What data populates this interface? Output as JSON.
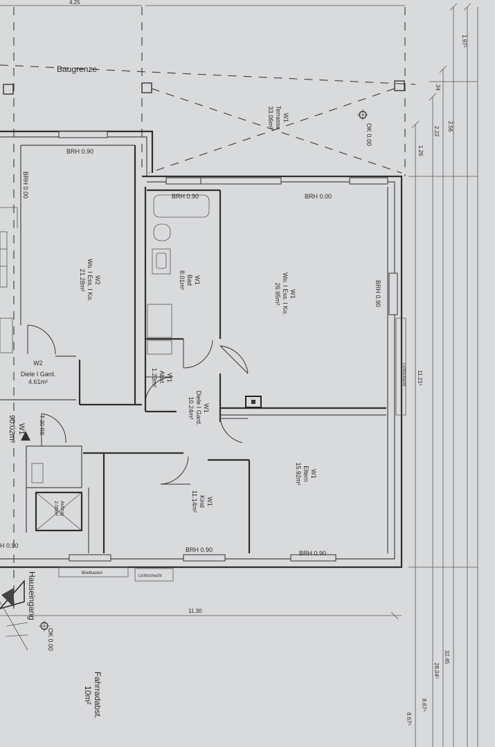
{
  "labels": {
    "baugrenze": "Baugrenze",
    "hauseingang": "Hauseingang",
    "fahrrad_name": "Fahrradabst.",
    "fahrrad_area": "10m²",
    "briefkasten": "Briefkasten",
    "lichtschacht_bottom": "Lichtschacht",
    "lichtschacht_right": "Lichtschacht",
    "ok_top": "OK 0.00",
    "ok_bottom": "OK 0.00",
    "t30": "T-30 RS",
    "unit_w1_name": "W1",
    "unit_w1_area": "90.02m²"
  },
  "rooms": {
    "terrasse": {
      "unit": "W1",
      "name": "Terrasse",
      "area": "33.06m²"
    },
    "wohn_w2": {
      "unit": "W2",
      "name": "Wo. I Ess. I Ko.",
      "area": "21.28m²"
    },
    "diele_w2": {
      "unit": "W2",
      "name": "Diele I Gard.",
      "area": "4.61m²"
    },
    "bad": {
      "unit": "W1",
      "name": "Bad",
      "area": "8.01m²"
    },
    "wohn_w1": {
      "unit": "W1",
      "name": "Wo. I Ess. I Ko.",
      "area": "26.95m²"
    },
    "abst": {
      "unit": "W1",
      "name": "Abst.",
      "area": "1.23m²"
    },
    "diele_w1": {
      "unit": "W1",
      "name": "Diele I Gard.",
      "area": "10.24m²"
    },
    "kind": {
      "unit": "W1",
      "name": "Kind",
      "area": "11.14m²"
    },
    "eltern": {
      "unit": "W1",
      "name": "Eltern",
      "area": "15.92m²"
    },
    "aufzug": {
      "name": "Aufzug",
      "area": "2.06m²"
    }
  },
  "brh": {
    "w2_top": "BRH 0.90",
    "w2_left": "BRH 0.00",
    "bad_top": "BRH 0.90",
    "wohn_top": "BRH 0.00",
    "wohn_right": "BRH 0.90",
    "kind_bottom": "BRH 0.90",
    "eltern_bottom": "BRH 0.90",
    "left_bottom": "H 0.90"
  },
  "dims": {
    "top_left": "4.25",
    "d1": "1.97⁵",
    "d2": ".34",
    "d3": "2.56",
    "d4": "2.22",
    "d5": "1.26",
    "d6": "11.21⁵",
    "d7": "11.30",
    "d8": "32.45",
    "d9": "28.04⁵",
    "d10": "8.67⁵",
    "d11": "8.67⁵"
  }
}
